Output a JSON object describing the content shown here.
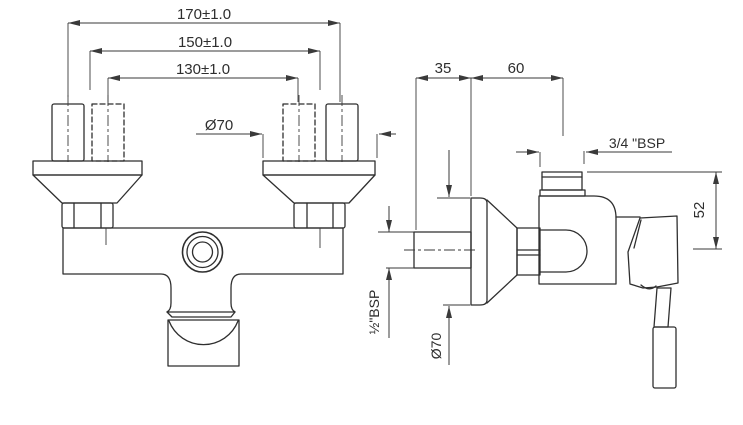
{
  "drawing": {
    "background": "#ffffff",
    "line_color": "#2f2f2f",
    "dim_color": "#3a3a3a",
    "front_view": {
      "dim_outer_centers": "170±1.0",
      "dim_mid_centers": "150±1.0",
      "dim_inner_centers": "130±1.0",
      "dim_flange_diameter": "Ø70"
    },
    "side_view": {
      "dim_wall_offset": "35",
      "dim_reach": "60",
      "dim_top_thread": "3/4 \"BSP",
      "dim_height": "52",
      "dim_inlet_thread": "½\"BSP",
      "dim_flange_diameter": "Ø70"
    }
  }
}
